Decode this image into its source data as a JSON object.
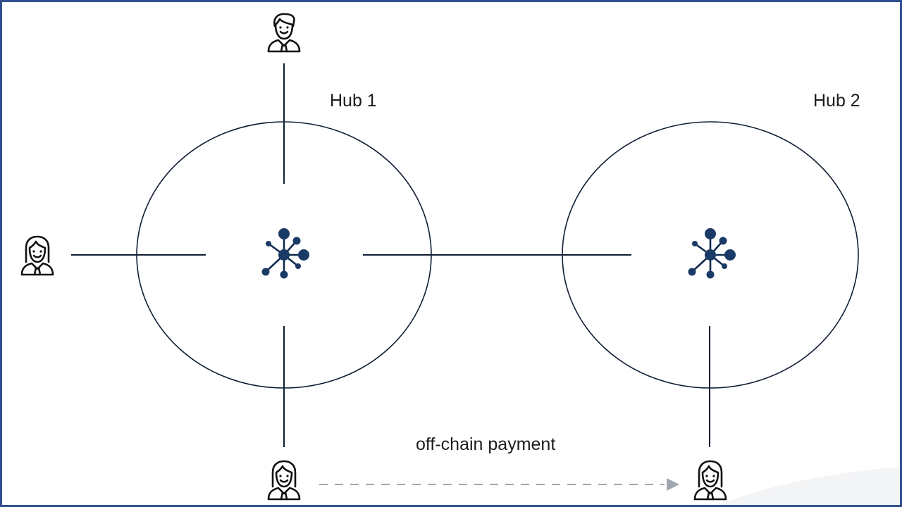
{
  "hubs": [
    {
      "label": "Hub 1"
    },
    {
      "label": "Hub 2"
    }
  ],
  "payment_label": "off-chain payment",
  "icons": {
    "person_male": "man-user-icon",
    "person_female": "woman-user-icon",
    "hub": "network-hub-icon",
    "arrow": "dashed-arrow"
  },
  "colors": {
    "line": "#0f1e33",
    "hub_icon": "#1a3b66",
    "arrow": "#a0a6ae",
    "border": "#2f4f8f"
  }
}
